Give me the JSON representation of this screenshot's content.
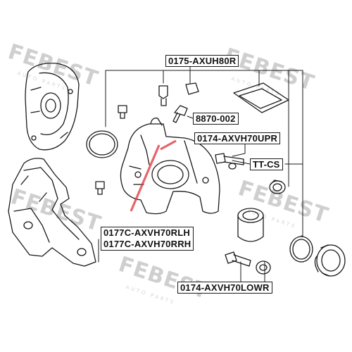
{
  "watermark": {
    "brand": "FEBEST",
    "tagline": "AUTO PARTS"
  },
  "labels": {
    "kit": "0175-AXUH80R",
    "bolt": "8870-002",
    "pin_upper": "0174-AXVH70UPR",
    "pin_cap": "TT-CS",
    "bracket_lh": "0177C-AXVH70RLH",
    "bracket_rh": "0177C-AXVH70RRH",
    "pin_lower": "0174-AXVH70LOWR"
  },
  "colors": {
    "line": "#1a1a1a",
    "watermark": "#cfcfcf",
    "accent": "#e0303a"
  }
}
